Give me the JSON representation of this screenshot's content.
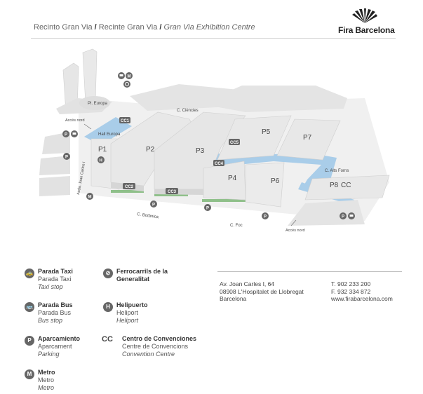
{
  "header": {
    "name_ca": "Recinto Gran Via",
    "name_es": "Recinte Gran Via",
    "name_en": "Gran Via Exhibition Centre",
    "separator": "/"
  },
  "logo": {
    "text": "Fira Barcelona",
    "icon": "fan-logo-icon"
  },
  "map": {
    "halls": [
      "P1",
      "P2",
      "P3",
      "P4",
      "P5",
      "P6",
      "P7",
      "P8",
      "CC"
    ],
    "convention_points": [
      "CC1",
      "CC2",
      "CC3",
      "CC4",
      "CC5"
    ],
    "places": {
      "europa": "Pl. Europa",
      "hall_europa": "Hall Europa",
      "access_north_1": "Accés nord",
      "access_north_2": "Accés nord",
      "ciencies": "C. Ciències",
      "botanica": "C. Botànica",
      "foc": "C. Foc",
      "alts_forns": "C. Alts Forns",
      "joan_carles": "Avda. Juan Carlos I"
    },
    "colors": {
      "walkway": "#a9cde9",
      "green_strip": "#8fc08a",
      "building": "#e6e6e6"
    }
  },
  "legend": {
    "taxi": {
      "icon": "taxi-icon",
      "glyph": "🚕",
      "title": "Parada Taxi",
      "es": "Parada Taxi",
      "en": "Taxi stop"
    },
    "bus": {
      "icon": "bus-icon",
      "glyph": "🚌",
      "title": "Parada Bus",
      "es": "Parada Bus",
      "en": "Bus stop"
    },
    "parking": {
      "icon": "parking-icon",
      "glyph": "P",
      "title": "Aparcamiento",
      "es": "Aparcament",
      "en": "Parking"
    },
    "metro": {
      "icon": "metro-icon",
      "glyph": "M",
      "title": "Metro",
      "es": "Metro",
      "en": "Metro"
    },
    "fgc": {
      "icon": "fgc-train-icon",
      "glyph": "⊘",
      "title_line1": "Ferrocarrils de la",
      "title_line2": "Generalitat"
    },
    "heli": {
      "icon": "helipad-icon",
      "glyph": "H",
      "title": "Helipuerto",
      "es": "Heliport",
      "en": "Heliport"
    },
    "convention": {
      "glyph": "CC",
      "title": "Centro de Convenciones",
      "es": "Centre de Convencions",
      "en": "Convention Centre"
    }
  },
  "address": {
    "line1": "Av. Joan Carles I, 64",
    "line2": "08908 L'Hospitalet de Llobregat",
    "line3": "Barcelona",
    "phone": "T. 902 233 200",
    "fax": "F. 932 334 872",
    "web": "www.firabarcelona.com"
  }
}
